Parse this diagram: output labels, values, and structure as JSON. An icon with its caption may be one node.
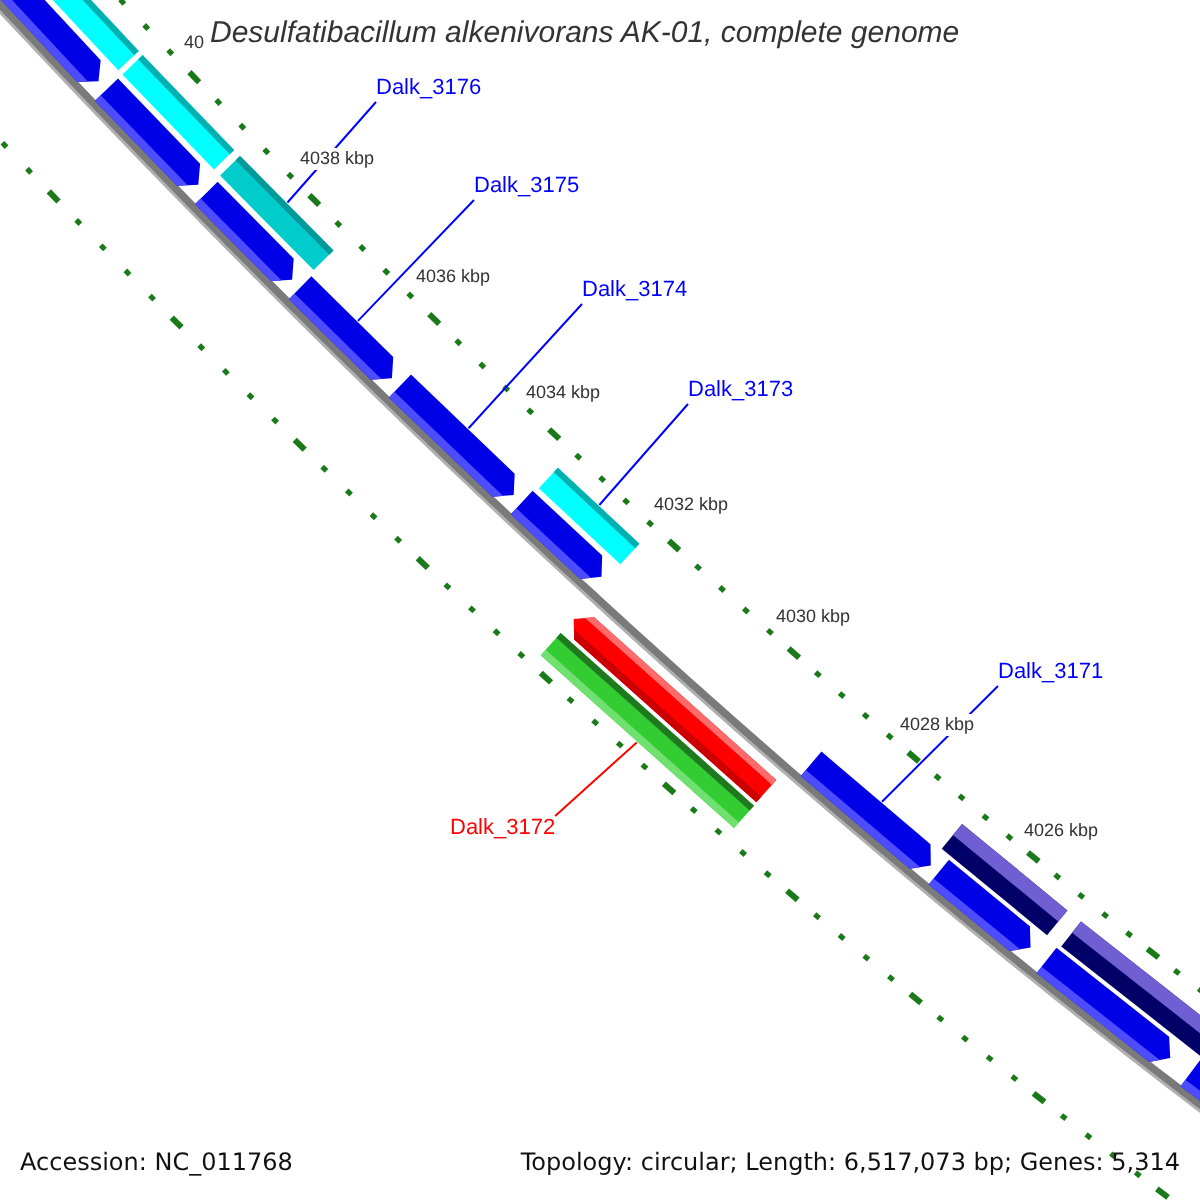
{
  "diagram": {
    "title": "Desulfatibacillum alkenivorans AK-01, complete genome",
    "nodes": [
      {
        "text": [
          "Dalk_3176"
        ]
      },
      {
        "text": [
          "Dalk_3175"
        ]
      },
      {
        "text": [
          "Dalk_3174"
        ]
      },
      {
        "text": [
          "Dalk_3173"
        ]
      },
      {
        "text": [
          "Dalk_3171"
        ]
      },
      {
        "text": [
          "Dalk_3172"
        ]
      },
      {
        "text": [],
        "shape": "arrow"
      },
      {
        "text": [],
        "shape": "bar"
      },
      {
        "text": [],
        "shape": "arrow"
      },
      {
        "text": [],
        "shape": "bar"
      },
      {
        "text": [],
        "shape": "arrow"
      },
      {
        "text": [],
        "shape": "bar"
      },
      {
        "text": [],
        "shape": "arrow"
      },
      {
        "text": [],
        "shape": "arrow"
      },
      {
        "text": [],
        "shape": "bar"
      },
      {
        "text": [],
        "shape": "arrow"
      },
      {
        "text": [],
        "shape": "arrow"
      },
      {
        "text": [],
        "shape": "bar"
      },
      {
        "text": [],
        "shape": "arrow"
      },
      {
        "text": [],
        "shape": "bar"
      },
      {
        "text": [],
        "shape": "arrow"
      },
      {
        "text": [],
        "shape": "arrow"
      },
      {
        "text": [],
        "shape": "bar"
      },
      {
        "text": [],
        "shape": "arrow"
      }
    ],
    "edges": [
      {
        "from": 0,
        "to": 11,
        "arrow": "none"
      },
      {
        "from": 1,
        "to": 12,
        "arrow": "none"
      },
      {
        "from": 2,
        "to": 13,
        "arrow": "none"
      },
      {
        "from": 3,
        "to": 14,
        "arrow": "none"
      },
      {
        "from": 4,
        "to": 18,
        "arrow": "none"
      },
      {
        "from": 5,
        "to": 17,
        "arrow": "none",
        "color": "#ff0000"
      }
    ],
    "labels": [
      "40",
      "4038 kbp",
      "4036 kbp",
      "4034 kbp",
      "4032 kbp",
      "4030 kbp",
      "4028 kbp",
      "4026 kbp",
      "Accession: NC_011768",
      "Topology: circular; Length: 6,517,073 bp; Genes: 5,314"
    ]
  }
}
